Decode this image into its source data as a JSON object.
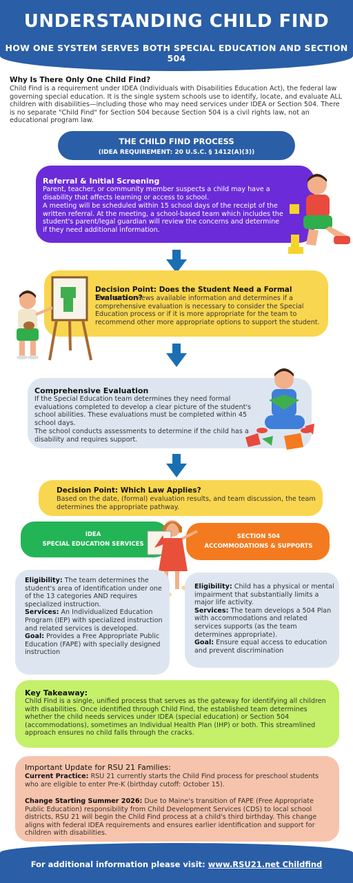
{
  "header": {
    "title": "UNDERSTANDING CHILD FIND",
    "subtitle": "HOW ONE SYSTEM SERVES BOTH SPECIAL EDUCATION AND SECTION 504"
  },
  "intro": {
    "heading": "Why Is There Only One Child Find?",
    "text": "Child Find is a requirement under IDEA (Individuals with Disabilities Education Act), the federal law governing special education. It is the single system schools use to identify, locate, and evaluate ALL children with disabilities—including those who may need services under IDEA or Section 504. There is no separate \"Child Find\" for Section 504 because Section 504 is a civil rights law, not an educational program law."
  },
  "process": {
    "title": "THE CHILD FIND PROCESS",
    "subtitle": "(IDEA REQUIREMENT: 20 U.S.C. § 1412(A)(3))"
  },
  "steps": {
    "referral": {
      "heading": "Referral & Initial Screening",
      "p1": "Parent, teacher, or community member suspects a child may have a disability that affects learning or access to school.",
      "p2": "A meeting will be scheduled within 15 school days of the receipt of the written referral. At the meeting, a school-based team which includes the student's parent/legal guardian will review the concerns and determine if they need additional information."
    },
    "decision1": {
      "heading": "Decision Point: Does the Student Need a Formal Evaluation?",
      "text": "The team reviews available information and determines if a comprehensive evaluation is necessary to consider the Special Education process or if it is more appropriate for the team to recommend other more appropriate options to support the student."
    },
    "evaluation": {
      "heading": "Comprehensive Evaluation",
      "p1": "If the Special Education team determines they need formal evaluations completed to develop a clear picture of the student's school abilities. These evaluations must be completed within 45 school days.",
      "p2": "The school conducts assessments to determine if the child has a disability and requires support."
    },
    "decision2": {
      "heading": "Decision Point: Which Law Applies?",
      "text": "Based on the date, (formal) evaluation results, and team discussion, the team determines the appropriate pathway."
    }
  },
  "idea": {
    "title": "IDEA",
    "subtitle": "SPECIAL EDUCATION SERVICES",
    "eligibility_label": "Eligibility:",
    "eligibility": " The team determines the student's area of identification under one of the 13 categories AND requires specialized instruction.",
    "services_label": "Services:",
    "services": " An Individualized Education Program (IEP) with specialized instruction and related services is developed.",
    "goal_label": "Goal:",
    "goal": " Provides a Free Appropriate Public Education (FAPE) with specially designed instruction"
  },
  "s504": {
    "title": "SECTION 504",
    "subtitle": "ACCOMMODATIONS & SUPPORTS",
    "eligibility_label": "Eligibility:",
    "eligibility": " Child has a physical or mental impairment that substantially limits a major life activity.",
    "services_label": "Services:",
    "services": " The team develops a 504 Plan with accommodations and related services supports (as the team determines appropriate).",
    "goal_label": "Goal:",
    "goal": " Ensure equal access to education and prevent discrimination"
  },
  "takeaway": {
    "heading": "Key Takeaway:",
    "text": "Child Find is a single, unified process that serves as the gateway for identifying all children with disabilities. Once identified through Child Find, the established team determines whether the child needs services under IDEA (special education) or Section 504 (accommodations), sometimes an Individual Health Plan (IHP) or both. This streamlined approach ensures no child falls through the cracks."
  },
  "update": {
    "heading": "Important Update for RSU 21 Families:",
    "current_label": "Current Practice:",
    "current": " RSU 21 currently starts the Child Find process for preschool students who are eligible to enter Pre-K (birthday cutoff: October 15).",
    "change_label": "Change Starting Summer 2026:",
    "change": " Due to Maine's transition of FAPE (Free Appropriate Public Education) responsibility from Child Development Services (CDS) to local school districts, RSU 21 will begin the Child Find process at a child's third birthday. This change aligns with federal IDEA requirements and ensures earlier identification and support for children with disabilities."
  },
  "footer": {
    "prefix": "For additional information please visit: ",
    "link": "www.RSU21.net Childfind"
  },
  "colors": {
    "blue": "#2a5ea6",
    "purple": "#6b2bd9",
    "yellow": "#f9d64f",
    "lightblue": "#dde6f0",
    "green": "#22b455",
    "orange": "#f47a1f",
    "lime": "#c5f06a",
    "peach": "#f6c4ad"
  }
}
